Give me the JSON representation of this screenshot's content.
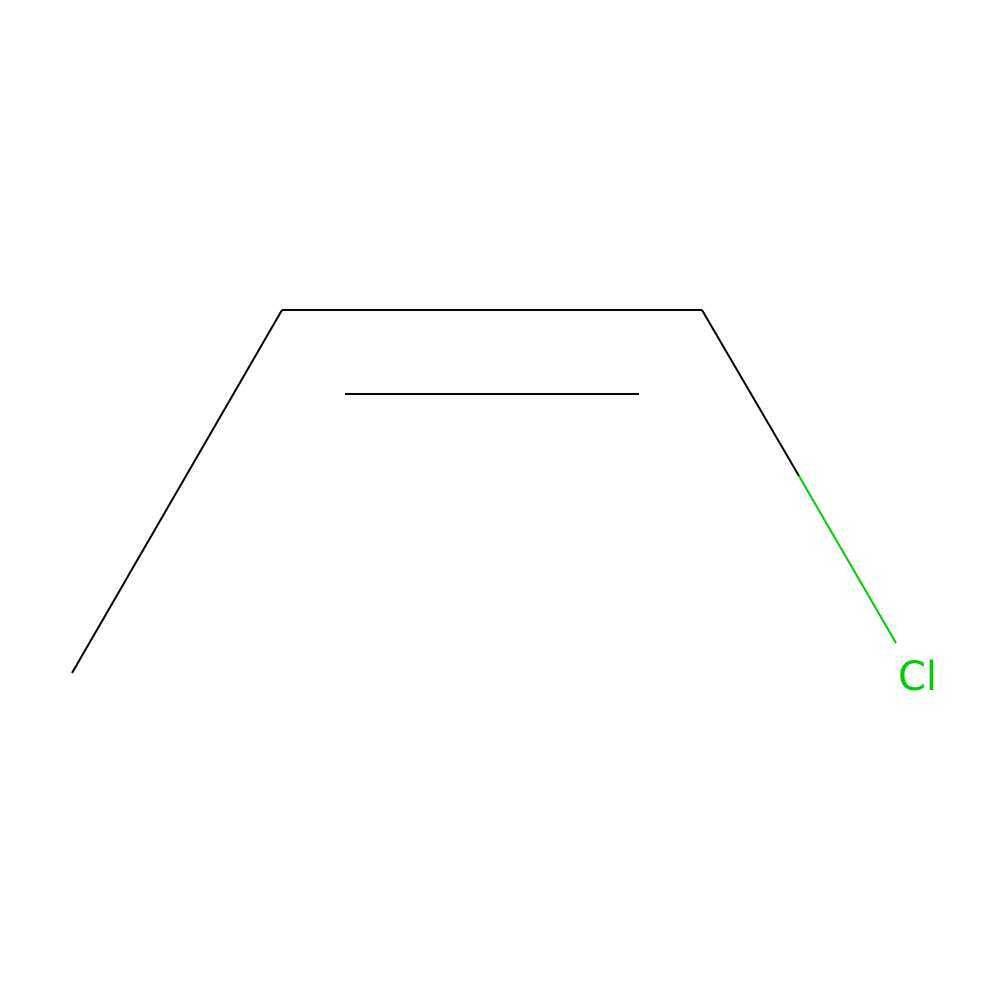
{
  "molecule": {
    "atoms": [
      {
        "element": "C",
        "label": ""
      },
      {
        "element": "C",
        "label": ""
      },
      {
        "element": "C",
        "label": ""
      },
      {
        "element": "Cl",
        "label": "Cl"
      }
    ],
    "bonds": [
      {
        "from": 0,
        "to": 1,
        "order": 1
      },
      {
        "from": 1,
        "to": 2,
        "order": 2
      },
      {
        "from": 2,
        "to": 3,
        "order": 1
      }
    ],
    "colors": {
      "carbon": "#000000",
      "chlorine": "#00CC00",
      "background": "#FFFFFF"
    }
  }
}
